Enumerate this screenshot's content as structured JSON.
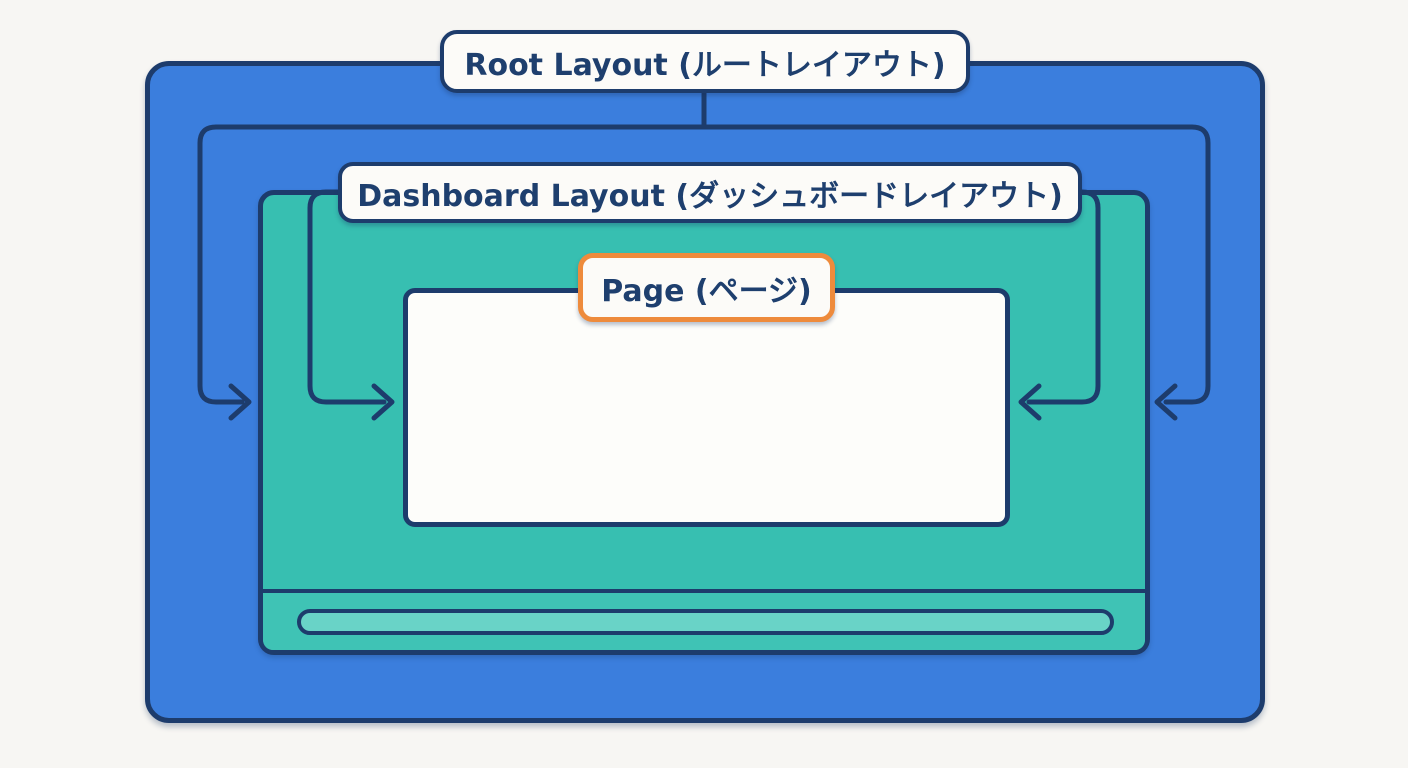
{
  "diagram": {
    "title": "Nested layout hierarchy diagram",
    "labels": {
      "root": "Root Layout (ルートレイアウト)",
      "dashboard": "Dashboard Layout (ダッシュボードレイアウト)",
      "page": "Page (ページ)"
    },
    "colors": {
      "background": "#f7f6f3",
      "root_fill": "#3b7edd",
      "dashboard_fill": "#37bfb1",
      "footer_fill": "#3fc3b5",
      "pill_fill": "#69d3c7",
      "page_fill": "#fdfdfa",
      "label_fill": "#fcfbf8",
      "line": "#1d3c6c",
      "text": "#1e3f6e",
      "accent_orange": "#ee8b3c"
    }
  }
}
